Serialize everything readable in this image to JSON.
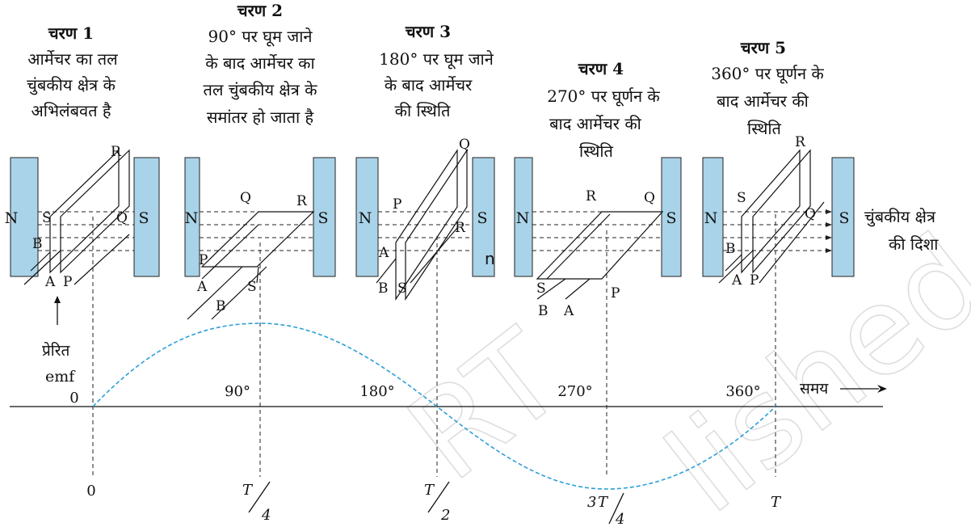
{
  "stages": [
    {
      "heading": "चरण 1",
      "lines": [
        "आर्मेचर का तल",
        "चुंबकीय क्षेत्र के",
        "अभिलंबवत है"
      ]
    },
    {
      "heading": "चरण 2",
      "lines": [
        "90° पर घूम जाने",
        "के बाद आर्मेचर का",
        "तल चुंबकीय क्षेत्र के",
        "समांतर हो जाता है"
      ]
    },
    {
      "heading": "चरण 3",
      "lines": [
        "180° पर घूम जाने",
        "के बाद आर्मेचर",
        "की स्थिति"
      ]
    },
    {
      "heading": "चरण 4",
      "lines": [
        "270° पर घूर्णन के",
        "बाद आर्मेचर की",
        "स्थिति"
      ]
    },
    {
      "heading": "चरण 5",
      "lines": [
        "360° पर घूर्णन के",
        "बाद आर्मेचर की",
        "स्थिति"
      ]
    }
  ],
  "poles": {
    "north": "N",
    "south": "S"
  },
  "coil_labels": {
    "stage1": [
      "R",
      "S",
      "Q",
      "B",
      "A",
      "P"
    ],
    "stage2": [
      "Q",
      "R",
      "P",
      "A",
      "S",
      "B"
    ],
    "stage3": [
      "Q",
      "P",
      "R",
      "A",
      "B",
      "S"
    ],
    "stage4": [
      "R",
      "Q",
      "S",
      "P",
      "B",
      "A"
    ],
    "stage5": [
      "R",
      "S",
      "Q",
      "B",
      "A",
      "P"
    ]
  },
  "stray_letter": "n",
  "field_label": [
    "चुंबकीय क्षेत्र",
    "की दिशा"
  ],
  "emf_label": [
    "प्रेरित",
    "emf"
  ],
  "origin_label": "0",
  "degree_marks": [
    "90°",
    "180°",
    "270°",
    "360°"
  ],
  "time_label": "समय",
  "time_ticks": {
    "zero": "0",
    "quarter": {
      "num": "T",
      "den": "4"
    },
    "half": {
      "num": "T",
      "den": "2"
    },
    "three_quarter": {
      "pre": "3",
      "num": "T",
      "den": "4"
    },
    "full": "T"
  },
  "watermark": "not to be republished",
  "colors": {
    "magnet": "#a9d3e8",
    "curve": "#2b9fd8",
    "line": "#111111"
  }
}
